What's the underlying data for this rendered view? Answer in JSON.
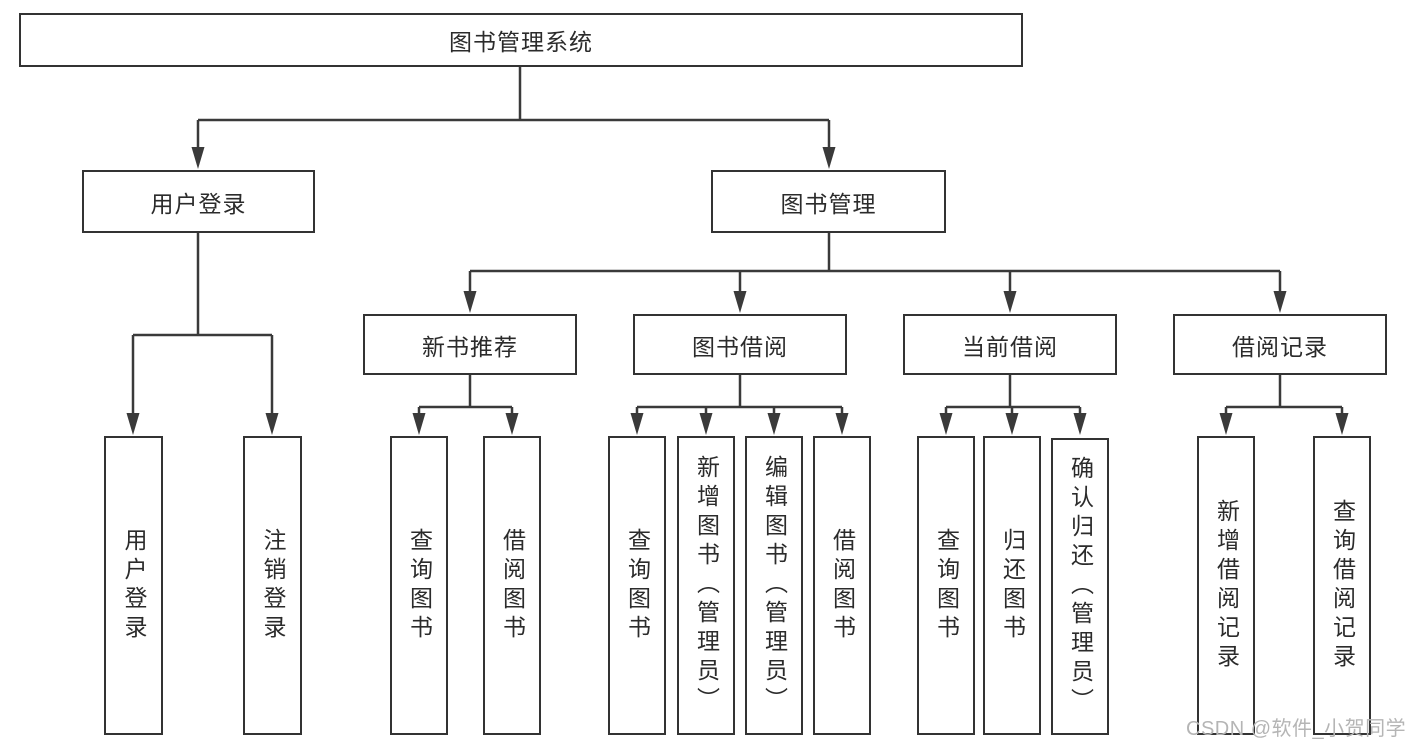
{
  "diagram_title": "图书管理系统",
  "nodes": {
    "root": {
      "label": "图书管理系统"
    },
    "user_login": {
      "label": "用户登录"
    },
    "book_management": {
      "label": "图书管理"
    },
    "new_book_recommend": {
      "label": "新书推荐"
    },
    "book_borrowing": {
      "label": "图书借阅"
    },
    "current_borrowing": {
      "label": "当前借阅"
    },
    "borrowing_records": {
      "label": "借阅记录"
    },
    "leaf_user_login": {
      "label": "用户登录"
    },
    "leaf_logout": {
      "label": "注销登录"
    },
    "leaf_query_books_1": {
      "label": "查询图书"
    },
    "leaf_borrow_books_1": {
      "label": "借阅图书"
    },
    "leaf_query_books_2": {
      "label": "查询图书"
    },
    "leaf_add_books_admin": {
      "label": "新增图书（管理员）"
    },
    "leaf_edit_books_admin": {
      "label": "编辑图书（管理员）"
    },
    "leaf_borrow_books_2": {
      "label": "借阅图书"
    },
    "leaf_query_books_3": {
      "label": "查询图书"
    },
    "leaf_return_books": {
      "label": "归还图书"
    },
    "leaf_confirm_return_admin": {
      "label": "确认归还（管理员）"
    },
    "leaf_add_borrow_record": {
      "label": "新增借阅记录"
    },
    "leaf_query_borrow_record": {
      "label": "查询借阅记录"
    }
  },
  "edges": [
    {
      "from": "root",
      "to": [
        "user_login",
        "book_management"
      ]
    },
    {
      "from": "user_login",
      "to": [
        "leaf_user_login",
        "leaf_logout"
      ]
    },
    {
      "from": "book_management",
      "to": [
        "new_book_recommend",
        "book_borrowing",
        "current_borrowing",
        "borrowing_records"
      ]
    },
    {
      "from": "new_book_recommend",
      "to": [
        "leaf_query_books_1",
        "leaf_borrow_books_1"
      ]
    },
    {
      "from": "book_borrowing",
      "to": [
        "leaf_query_books_2",
        "leaf_add_books_admin",
        "leaf_edit_books_admin",
        "leaf_borrow_books_2"
      ]
    },
    {
      "from": "current_borrowing",
      "to": [
        "leaf_query_books_3",
        "leaf_return_books",
        "leaf_confirm_return_admin"
      ]
    },
    {
      "from": "borrowing_records",
      "to": [
        "leaf_add_borrow_record",
        "leaf_query_borrow_record"
      ]
    }
  ],
  "watermark": {
    "text": "CSDN @软件_小贺同学"
  },
  "colors": {
    "line": "#3a3a3a",
    "box_border": "#333333",
    "text": "#2b2b2b",
    "background": "#ffffff",
    "watermark": "#b5b5b5"
  }
}
